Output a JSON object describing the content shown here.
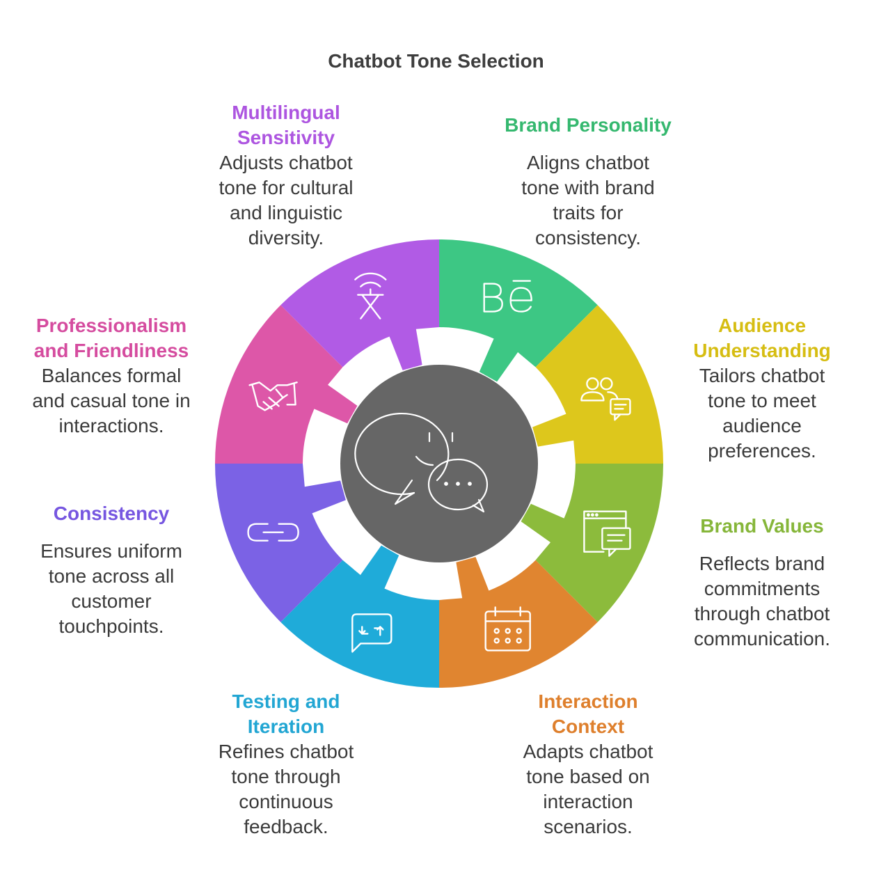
{
  "title": "Chatbot Tone Selection",
  "center_icon": "chat-bubbles-icon",
  "segments": [
    {
      "id": "brand-personality",
      "heading_lines": [
        "Brand Personality"
      ],
      "description_lines": [
        "Aligns chatbot",
        "tone with brand",
        "traits for",
        "consistency."
      ],
      "color": "#3dc784",
      "text_color": "#35b86f",
      "icon": "behance-icon"
    },
    {
      "id": "audience-understanding",
      "heading_lines": [
        "Audience",
        "Understanding"
      ],
      "description_lines": [
        "Tailors chatbot",
        "tone to meet",
        "audience",
        "preferences."
      ],
      "color": "#ddc71c",
      "text_color": "#d6bd12",
      "icon": "users-chat-icon"
    },
    {
      "id": "brand-values",
      "heading_lines": [
        "Brand Values"
      ],
      "description_lines": [
        "Reflects brand",
        "commitments",
        "through chatbot",
        "communication."
      ],
      "color": "#8cbb3c",
      "text_color": "#86b63a",
      "icon": "browser-chat-icon"
    },
    {
      "id": "interaction-context",
      "heading_lines": [
        "Interaction",
        "Context"
      ],
      "description_lines": [
        "Adapts chatbot",
        "tone based on",
        "interaction",
        "scenarios."
      ],
      "color": "#e08530",
      "text_color": "#de7f2c",
      "icon": "calendar-icon"
    },
    {
      "id": "testing-iteration",
      "heading_lines": [
        "Testing and",
        "Iteration"
      ],
      "description_lines": [
        "Refines chatbot",
        "tone through",
        "continuous",
        "feedback."
      ],
      "color": "#1fabd9",
      "text_color": "#22a6d3",
      "icon": "repeat-message-icon"
    },
    {
      "id": "consistency",
      "heading_lines": [
        "Consistency"
      ],
      "description_lines": [
        "Ensures uniform",
        "tone across all",
        "customer",
        "touchpoints."
      ],
      "color": "#7b62e5",
      "text_color": "#7656e0",
      "icon": "link-icon"
    },
    {
      "id": "professionalism-friendliness",
      "heading_lines": [
        "Professionalism",
        "and Friendliness"
      ],
      "description_lines": [
        "Balances formal",
        "and casual tone in",
        "interactions."
      ],
      "color": "#dd57a8",
      "text_color": "#d54c9f",
      "icon": "handshake-icon"
    },
    {
      "id": "multilingual-sensitivity",
      "heading_lines": [
        "Multilingual",
        "Sensitivity"
      ],
      "description_lines": [
        "Adjusts chatbot",
        "tone for cultural",
        "and linguistic",
        "diversity."
      ],
      "color": "#b15be5",
      "text_color": "#ad55e0",
      "icon": "translate-icon"
    }
  ]
}
